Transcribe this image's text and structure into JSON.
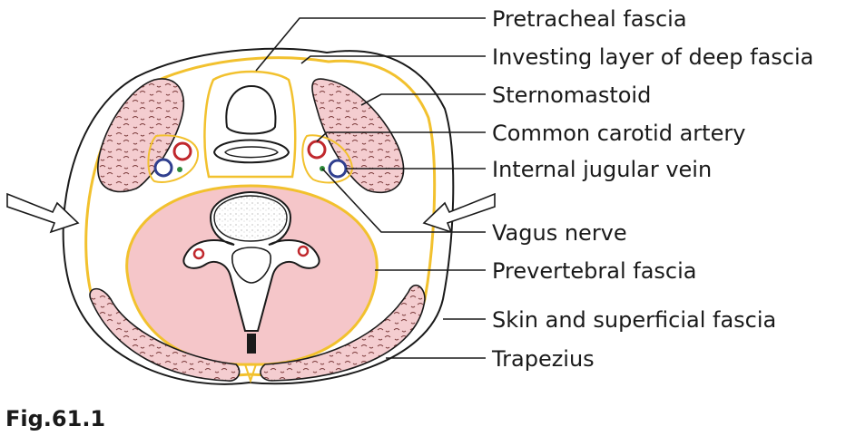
{
  "figure": {
    "caption": "Fig.61.1"
  },
  "labels": [
    "Pretracheal fascia",
    "Investing layer of deep fascia",
    "Sternomastoid",
    "Common carotid artery",
    "Internal jugular vein",
    "Vagus nerve",
    "Prevertebral fascia",
    "Skin and superficial fascia",
    "Trapezius"
  ],
  "colors": {
    "fascia": "#f2c12e",
    "muscle_fill": "#f4cdd0",
    "prevertebral_fill": "#f5c6c9",
    "artery": "#c0282d",
    "vein": "#2f3f8f",
    "nerve": "#2e8b3a",
    "outline": "#1a1a1a"
  }
}
